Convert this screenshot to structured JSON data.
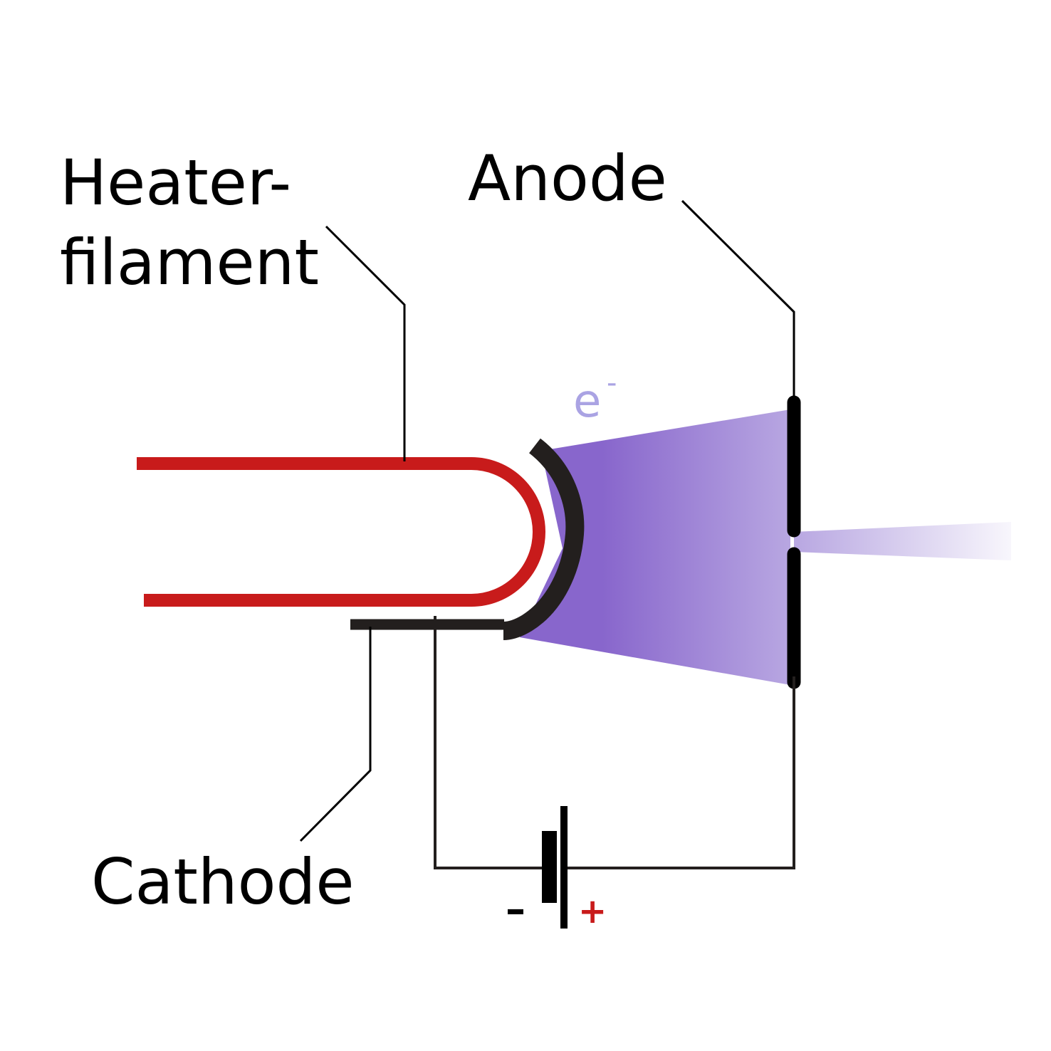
{
  "labels": {
    "heater_line1": "Heater-",
    "heater_line2": "filament",
    "anode": "Anode",
    "cathode": "Cathode",
    "electron_symbol": "e",
    "electron_charge": "-",
    "battery_negative": "–",
    "battery_positive": "+"
  },
  "colors": {
    "filament": "#c81b1b",
    "cathode": "#231f1e",
    "anode": "#000000",
    "wire": "#231f1e",
    "beam_dark": "#8866cc",
    "beam_light": "#b9a8e2",
    "electron_label": "#aaa3e3",
    "positive_sign": "#c81b1b"
  }
}
